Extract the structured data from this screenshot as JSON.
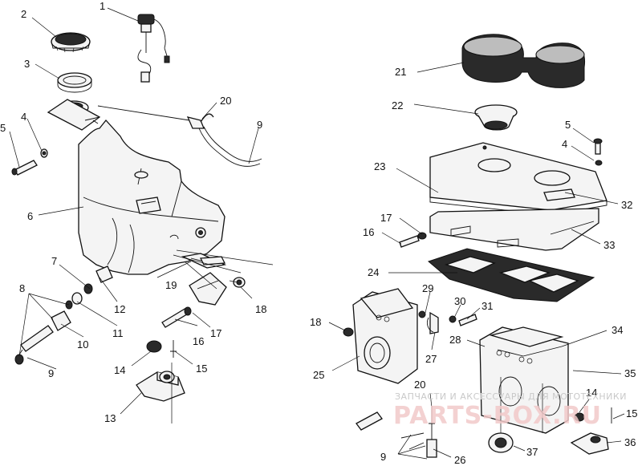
{
  "diagram": {
    "callouts": [
      {
        "id": "c-1",
        "text": "1"
      },
      {
        "id": "c-2",
        "text": "2"
      },
      {
        "id": "c-3",
        "text": "3"
      },
      {
        "id": "c-4a",
        "text": "4"
      },
      {
        "id": "c-5a",
        "text": "5"
      },
      {
        "id": "c-6",
        "text": "6"
      },
      {
        "id": "c-7",
        "text": "7"
      },
      {
        "id": "c-8",
        "text": "8"
      },
      {
        "id": "c-9a",
        "text": "9"
      },
      {
        "id": "c-10",
        "text": "10"
      },
      {
        "id": "c-11",
        "text": "11"
      },
      {
        "id": "c-12",
        "text": "12"
      },
      {
        "id": "c-13",
        "text": "13"
      },
      {
        "id": "c-14a",
        "text": "14"
      },
      {
        "id": "c-15a",
        "text": "15"
      },
      {
        "id": "c-16a",
        "text": "16"
      },
      {
        "id": "c-17a",
        "text": "17"
      },
      {
        "id": "c-18a",
        "text": "18"
      },
      {
        "id": "c-19",
        "text": "19"
      },
      {
        "id": "c-20a",
        "text": "20"
      },
      {
        "id": "c-9b",
        "text": "9"
      },
      {
        "id": "c-21",
        "text": "21"
      },
      {
        "id": "c-22",
        "text": "22"
      },
      {
        "id": "c-5b",
        "text": "5"
      },
      {
        "id": "c-4b",
        "text": "4"
      },
      {
        "id": "c-23",
        "text": "23"
      },
      {
        "id": "c-32",
        "text": "32"
      },
      {
        "id": "c-17b",
        "text": "17"
      },
      {
        "id": "c-16b",
        "text": "16"
      },
      {
        "id": "c-33",
        "text": "33"
      },
      {
        "id": "c-24",
        "text": "24"
      },
      {
        "id": "c-29",
        "text": "29"
      },
      {
        "id": "c-30",
        "text": "30"
      },
      {
        "id": "c-31",
        "text": "31"
      },
      {
        "id": "c-18b",
        "text": "18"
      },
      {
        "id": "c-27",
        "text": "27"
      },
      {
        "id": "c-28",
        "text": "28"
      },
      {
        "id": "c-34",
        "text": "34"
      },
      {
        "id": "c-25",
        "text": "25"
      },
      {
        "id": "c-35",
        "text": "35"
      },
      {
        "id": "c-20b",
        "text": "20"
      },
      {
        "id": "c-14b",
        "text": "14"
      },
      {
        "id": "c-15b",
        "text": "15"
      },
      {
        "id": "c-9c",
        "text": "9"
      },
      {
        "id": "c-26",
        "text": "26"
      },
      {
        "id": "c-37",
        "text": "37"
      },
      {
        "id": "c-36",
        "text": "36"
      }
    ]
  },
  "watermark": {
    "caption": "ЗАПЧАСТИ И АКСЕССУАРЫ ДЛЯ МОТОТЕХНИКИ",
    "logo": "PARTS-BOX.RU"
  }
}
